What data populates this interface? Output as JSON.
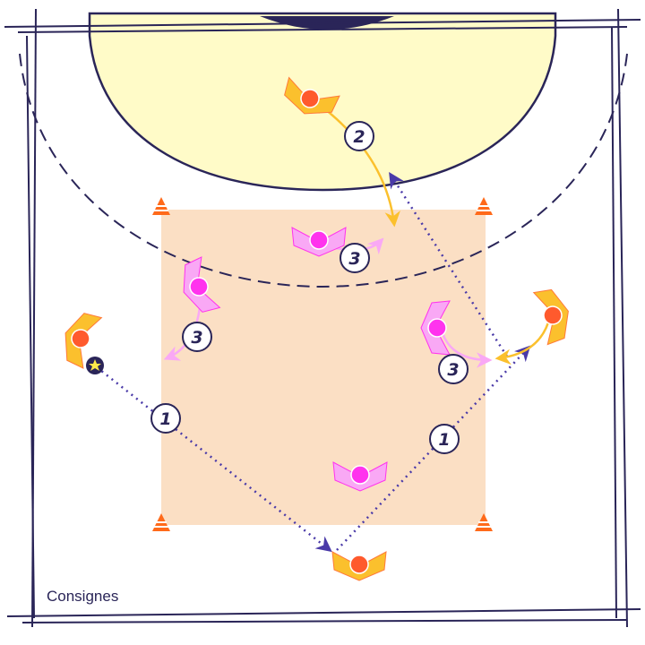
{
  "caption": "Consignes",
  "colors": {
    "line": "#2a2558",
    "goal_area": "#fffbc8",
    "square": "#fbdfc4",
    "attacker": "#fbc02d",
    "attacker_head": "#ff5a2d",
    "defender": "#f9a8f5",
    "defender_head": "#ff33ee",
    "pass": "#4a3aa8",
    "cone": "#ff6a1a"
  },
  "steps": [
    {
      "label": "2"
    },
    {
      "label": "3"
    },
    {
      "label": "3"
    },
    {
      "label": "3"
    },
    {
      "label": "1"
    },
    {
      "label": "1"
    }
  ]
}
